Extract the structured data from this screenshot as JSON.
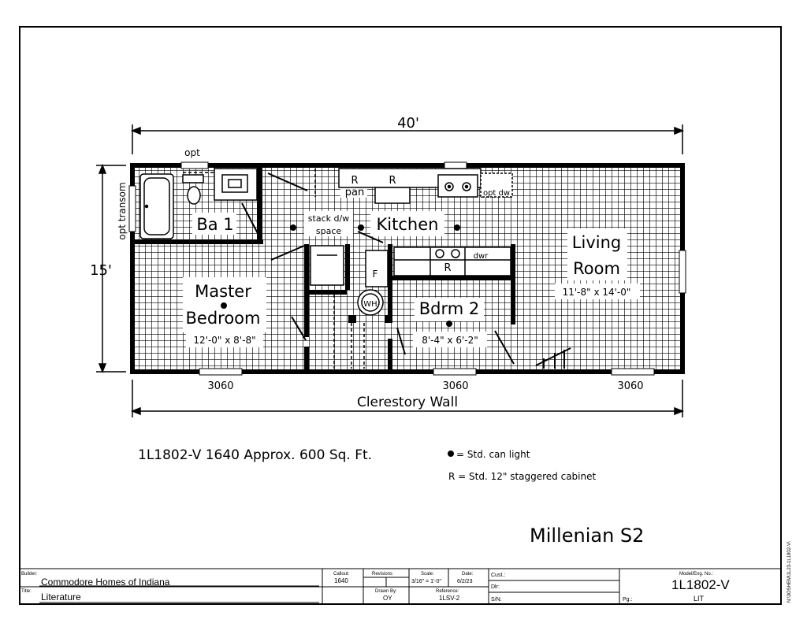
{
  "plan": {
    "width_dim": "40'",
    "height_dim": "15'",
    "height_note": "opt transom",
    "opt_top": "opt",
    "rooms": {
      "bath": "Ba 1",
      "kitchen": "Kitchen",
      "living_line1": "Living",
      "living_line2": "Room",
      "living_size": "11'-8\" x 14'-0\"",
      "master_line1": "Master",
      "master_line2": "Bedroom",
      "master_size": "12'-0\" x 8'-8\"",
      "bdrm2": "Bdrm 2",
      "bdrm2_size": "8'-4\" x 6'-2\""
    },
    "fixtures": {
      "stack_line1": "stack d/w",
      "stack_line2": "space",
      "r_pan": "R",
      "pan": "pan",
      "r_top": "R",
      "opt_dw": "opt dw",
      "r_range": "R",
      "dwr": "dwr",
      "furnace": "F",
      "water_heater": "WH"
    },
    "windows": [
      "3060",
      "3060",
      "3060"
    ],
    "bottom_label": "Clerestory Wall"
  },
  "info": {
    "model_line": "1L1802-V 1640  Approx. 600 Sq. Ft.",
    "legend_light": "= Std. can light",
    "legend_cabinet": "R = Std. 12\" staggered cabinet",
    "series_name": "Millenian S2"
  },
  "title_block": {
    "builder_label": "Builder:",
    "builder": "Commodore Homes of Indiana",
    "title_label": "Title:",
    "title": "Literature",
    "callout_label": "Callout:",
    "callout": "1640",
    "revisions_label": "Revisions",
    "drawn_by_label": "Drawn By:",
    "drawn_by": "OY",
    "scale_label": "Scale:",
    "scale": "3/16\" = 1'-0\"",
    "date_label": "Date:",
    "date": "6/2/23",
    "reference_label": "Reference:",
    "reference": "1LSV-2",
    "cust_label": "Cust.:",
    "dlr_label": "Dlr:",
    "sn_label": "S/N:",
    "model_label": "Model/Eng. No.:",
    "model": "1L1802-V",
    "pg_label": "Pg.:",
    "pg": "LIT",
    "side_code": "N:\\3OSHEM\\1L23-1L1802-V\\"
  },
  "colors": {
    "ink": "#000000",
    "paper": "#ffffff"
  }
}
